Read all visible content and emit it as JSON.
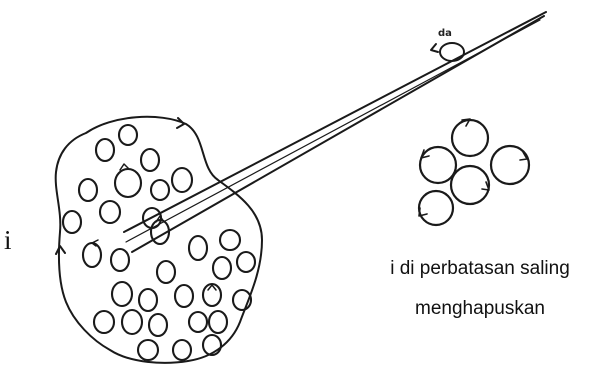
{
  "labels": {
    "left_symbol": "i",
    "dA": "da",
    "caption_line1": "i di perbatasan saling",
    "caption_line2": "menghapuskan"
  },
  "colors": {
    "ink": "#1a1a1a",
    "background": "#ffffff"
  },
  "icons": {
    "loop": "circulating-current-loop",
    "arrow": "direction-arrowhead"
  }
}
